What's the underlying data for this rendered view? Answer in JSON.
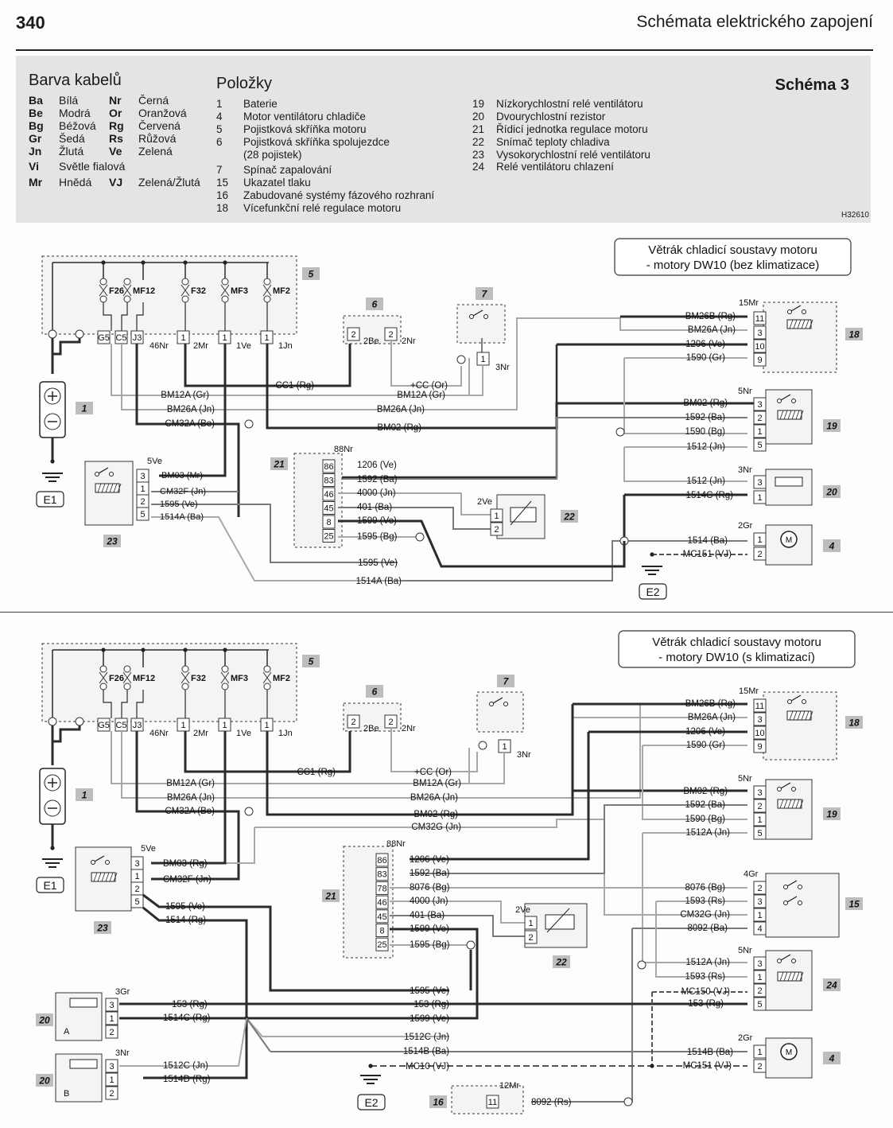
{
  "header": {
    "page_number": "340",
    "title": "Schémata elektrického zapojení"
  },
  "legend": {
    "colors_title": "Barva kabelů",
    "colors": [
      {
        "code": "Ba",
        "name": "Bílá"
      },
      {
        "code": "Nr",
        "name": "Černá"
      },
      {
        "code": "Be",
        "name": "Modrá"
      },
      {
        "code": "Or",
        "name": "Oranžová"
      },
      {
        "code": "Bg",
        "name": "Béžová"
      },
      {
        "code": "Rg",
        "name": "Červená"
      },
      {
        "code": "Gr",
        "name": "Šedá"
      },
      {
        "code": "Rs",
        "name": "Růžová"
      },
      {
        "code": "Jn",
        "name": "Žlutá"
      },
      {
        "code": "Ve",
        "name": "Zelená"
      },
      {
        "code": "Vi",
        "name": "Světle fialová"
      },
      {
        "code": "Mr",
        "name": "Hnědá"
      },
      {
        "code": "VJ",
        "name": "Zelená/Žlutá"
      }
    ],
    "items_title": "Položky",
    "items": [
      {
        "num": "1",
        "text": "Baterie"
      },
      {
        "num": "4",
        "text": "Motor ventilátoru chladiče"
      },
      {
        "num": "5",
        "text": "Pojistková skříňka motoru"
      },
      {
        "num": "6",
        "text": "Pojistková skříňka spolujezdce"
      },
      {
        "num": "",
        "text": "(28 pojistek)"
      },
      {
        "num": "7",
        "text": "Spínač zapalování"
      },
      {
        "num": "15",
        "text": "Ukazatel tlaku"
      },
      {
        "num": "16",
        "text": "Zabudované systémy fázového rozhraní"
      },
      {
        "num": "18",
        "text": "Vícefunkční relé regulace motoru"
      },
      {
        "num": "19",
        "text": "Nízkorychlostní relé ventilátoru"
      },
      {
        "num": "20",
        "text": "Dvourychlostní rezistor"
      },
      {
        "num": "21",
        "text": "Řídicí jednotka regulace motoru"
      },
      {
        "num": "22",
        "text": "Snímač teploty chladiva"
      },
      {
        "num": "23",
        "text": "Vysokorychlostní relé ventilátoru"
      },
      {
        "num": "24",
        "text": "Relé ventilátoru chlazení"
      }
    ],
    "schema": "Schéma 3",
    "code": "H32610"
  },
  "diagram_top": {
    "title_line1": "Větrák chladicí soustavy motoru",
    "title_line2": "- motory DW10 (bez klimatizace)",
    "fuses": [
      "F26",
      "MF12",
      "F32",
      "MF3",
      "MF2"
    ],
    "fusebox_pins": [
      "G5",
      "C5",
      "J3",
      "46Nr",
      "1",
      "2Mr",
      "1",
      "1Ve",
      "1",
      "1Jn"
    ],
    "component_tags": [
      "5",
      "6",
      "7",
      "18",
      "1",
      "19",
      "21",
      "23",
      "20",
      "22",
      "4"
    ],
    "ground_labels": [
      "E1",
      "E2"
    ],
    "wire_labels": [
      "CC1 (Rg)",
      "+CC (Or)",
      "BM12A (Gr)",
      "BM12A (Gr)",
      "BM26A (Jn)",
      "BM26A (Jn)",
      "CM32A (Be)",
      "BM02 (Rg)",
      "BM26B (Rg)",
      "BM26A (Jn)",
      "1206 (Ve)",
      "1590 (Gr)",
      "BM02 (Rg)",
      "1592 (Ba)",
      "1590 (Bg)",
      "1512 (Jn)",
      "1512 (Jn)",
      "1514C (Rg)",
      "1514 (Ba)",
      "MC151 (VJ)",
      "BM03 (Mr)",
      "CM32F (Jn)",
      "1595 (Ve)",
      "1514A (Ba)",
      "1206 (Ve)",
      "1592 (Ba)",
      "4000 (Jn)",
      "401 (Ba)",
      "1599 (Ve)",
      "1595 (Bg)",
      "1595 (Ve)",
      "1514A (Ba)"
    ],
    "conn_labels": [
      "2Be",
      "2Nr",
      "3Nr",
      "15Mr",
      "5Nr",
      "3Nr",
      "2Gr",
      "5Ve",
      "88Nr",
      "2Ve"
    ]
  },
  "diagram_bottom": {
    "title_line1": "Větrák chladicí soustavy motoru",
    "title_line2": "- motory DW10 (s klimatizací)",
    "wire_labels": [
      "CC1 (Rg)",
      "+CC (Or)",
      "BM12A (Gr)",
      "BM12A (Gr)",
      "BM26A (Jn)",
      "BM26A (Jn)",
      "CM32A (Be)",
      "BM02 (Rg)",
      "CM32G (Jn)",
      "BM26B (Rg)",
      "BM26A (Jn)",
      "1206 (Ve)",
      "1590 (Gr)",
      "BM02 (Rg)",
      "1592 (Ba)",
      "1590 (Bg)",
      "1512A (Jn)",
      "BM03 (Rg)",
      "CM32F (Jn)",
      "1595 (Ve)",
      "1514 (Rg)",
      "1206 (Ve)",
      "1592 (Ba)",
      "8076 (Bg)",
      "4000 (Jn)",
      "401 (Ba)",
      "1599 (Ve)",
      "1595 (Bg)",
      "8076 (Bg)",
      "1593 (Rs)",
      "CM32G (Jn)",
      "8092 (Ba)",
      "1512A (Jn)",
      "1593 (Rs)",
      "MC150 (VJ)",
      "153 (Rg)",
      "1595 (Ve)",
      "153 (Rg)",
      "1599 (Ve)",
      "153 (Rg)",
      "1514C (Rg)",
      "1512C (Jn)",
      "1514B (Ba)",
      "MC10 (VJ)",
      "1514B (Ba)",
      "MC151 (VJ)",
      "1512C (Jn)",
      "1514D (Rg)",
      "8092 (Rs)"
    ],
    "conn_labels": [
      "2Be",
      "2Nr",
      "3Nr",
      "15Mr",
      "5Nr",
      "5Ve",
      "88Nr",
      "2Ve",
      "4Gr",
      "5Nr",
      "2Gr",
      "3Gr",
      "3Nr",
      "12Mr"
    ],
    "sub_labels": [
      "A",
      "B"
    ],
    "component_tags": [
      "5",
      "6",
      "7",
      "18",
      "1",
      "19",
      "21",
      "23",
      "15",
      "22",
      "24",
      "20",
      "20",
      "4",
      "16"
    ],
    "ground_labels": [
      "E1",
      "E2"
    ]
  }
}
